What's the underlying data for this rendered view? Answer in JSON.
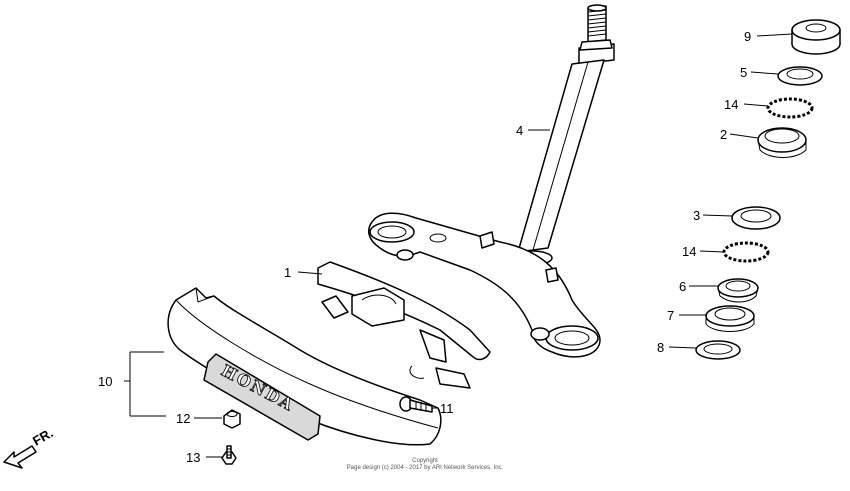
{
  "diagram": {
    "callouts": {
      "c1": "1",
      "c2": "2",
      "c3": "3",
      "c4": "4",
      "c5": "5",
      "c6": "6",
      "c7": "7",
      "c8": "8",
      "c9": "9",
      "c10": "10",
      "c11": "11",
      "c12": "12",
      "c13": "13",
      "c14a": "14",
      "c14b": "14"
    },
    "emblem_text": "HONDA",
    "direction_label": "FR.",
    "copyright_line1": "Copyright",
    "copyright_line2": "Page design (c) 2004 - 2017 by ARI Network Services, Inc."
  }
}
